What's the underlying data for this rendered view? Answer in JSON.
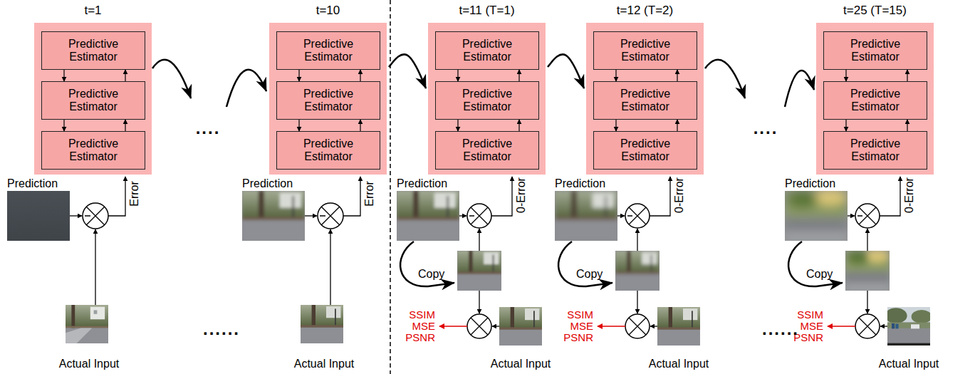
{
  "diagram": {
    "nodes": [
      {
        "text": [
          "t=1"
        ]
      },
      {
        "text": [
          "Predictive Estimator"
        ],
        "in": 0
      },
      {
        "text": [
          "Predictive Estimator"
        ],
        "in": 0
      },
      {
        "text": [
          "Predictive Estimator"
        ],
        "in": 0
      },
      {
        "text": [
          "t=10"
        ]
      },
      {
        "text": [
          "Predictive Estimator"
        ],
        "in": 4
      },
      {
        "text": [
          "Predictive Estimator"
        ],
        "in": 4
      },
      {
        "text": [
          "Predictive Estimator"
        ],
        "in": 4
      },
      {
        "text": [
          "t=11 (T=1)"
        ]
      },
      {
        "text": [
          "Predictive Estimator"
        ],
        "in": 8
      },
      {
        "text": [
          "Predictive Estimator"
        ],
        "in": 8
      },
      {
        "text": [
          "Predictive Estimator"
        ],
        "in": 8
      },
      {
        "text": [
          "t=12 (T=2)"
        ]
      },
      {
        "text": [
          "Predictive Estimator"
        ],
        "in": 12
      },
      {
        "text": [
          "Predictive Estimator"
        ],
        "in": 12
      },
      {
        "text": [
          "Predictive Estimator"
        ],
        "in": 12
      },
      {
        "text": [
          "t=25 (T=15)"
        ]
      },
      {
        "text": [
          "Predictive Estimator"
        ],
        "in": 16
      },
      {
        "text": [
          "Predictive Estimator"
        ],
        "in": 16
      },
      {
        "text": [
          "Predictive Estimator"
        ],
        "in": 16
      }
    ],
    "edges": [
      {
        "from": 1,
        "to": 2,
        "arrow": "to"
      },
      {
        "from": 2,
        "to": 1,
        "arrow": "to"
      },
      {
        "from": 2,
        "to": 3,
        "arrow": "to"
      },
      {
        "from": 3,
        "to": 2,
        "arrow": "to"
      },
      {
        "from": 5,
        "to": 6,
        "arrow": "to"
      },
      {
        "from": 6,
        "to": 5,
        "arrow": "to"
      },
      {
        "from": 6,
        "to": 7,
        "arrow": "to"
      },
      {
        "from": 7,
        "to": 6,
        "arrow": "to"
      },
      {
        "from": 9,
        "to": 10,
        "arrow": "to"
      },
      {
        "from": 10,
        "to": 9,
        "arrow": "to"
      },
      {
        "from": 10,
        "to": 11,
        "arrow": "to"
      },
      {
        "from": 11,
        "to": 10,
        "arrow": "to"
      },
      {
        "from": 13,
        "to": 14,
        "arrow": "to"
      },
      {
        "from": 14,
        "to": 13,
        "arrow": "to"
      },
      {
        "from": 14,
        "to": 15,
        "arrow": "to"
      },
      {
        "from": 15,
        "to": 14,
        "arrow": "to"
      },
      {
        "from": 17,
        "to": 18,
        "arrow": "to"
      },
      {
        "from": 18,
        "to": 17,
        "arrow": "to"
      },
      {
        "from": 18,
        "to": 19,
        "arrow": "to"
      },
      {
        "from": 19,
        "to": 18,
        "arrow": "to"
      },
      {
        "from": 4,
        "to": 8,
        "arrow": "to"
      },
      {
        "from": 8,
        "to": 12,
        "arrow": "to"
      }
    ],
    "labels": [
      "Prediction",
      "Error",
      "Actual Input",
      "Prediction",
      "Error",
      "Actual Input",
      "Prediction",
      "0-Error",
      "Copy",
      "SSIM",
      "MSE",
      "PSNR",
      "Actual Input",
      "Prediction",
      "0-Error",
      "Copy",
      "SSIM",
      "MSE",
      "PSNR",
      "Actual Input",
      "Prediction",
      "0-Error",
      "Copy",
      "SSIM",
      "MSE",
      "PSNR",
      "Actual Input",
      "....",
      "....",
      "......",
      "......"
    ]
  }
}
